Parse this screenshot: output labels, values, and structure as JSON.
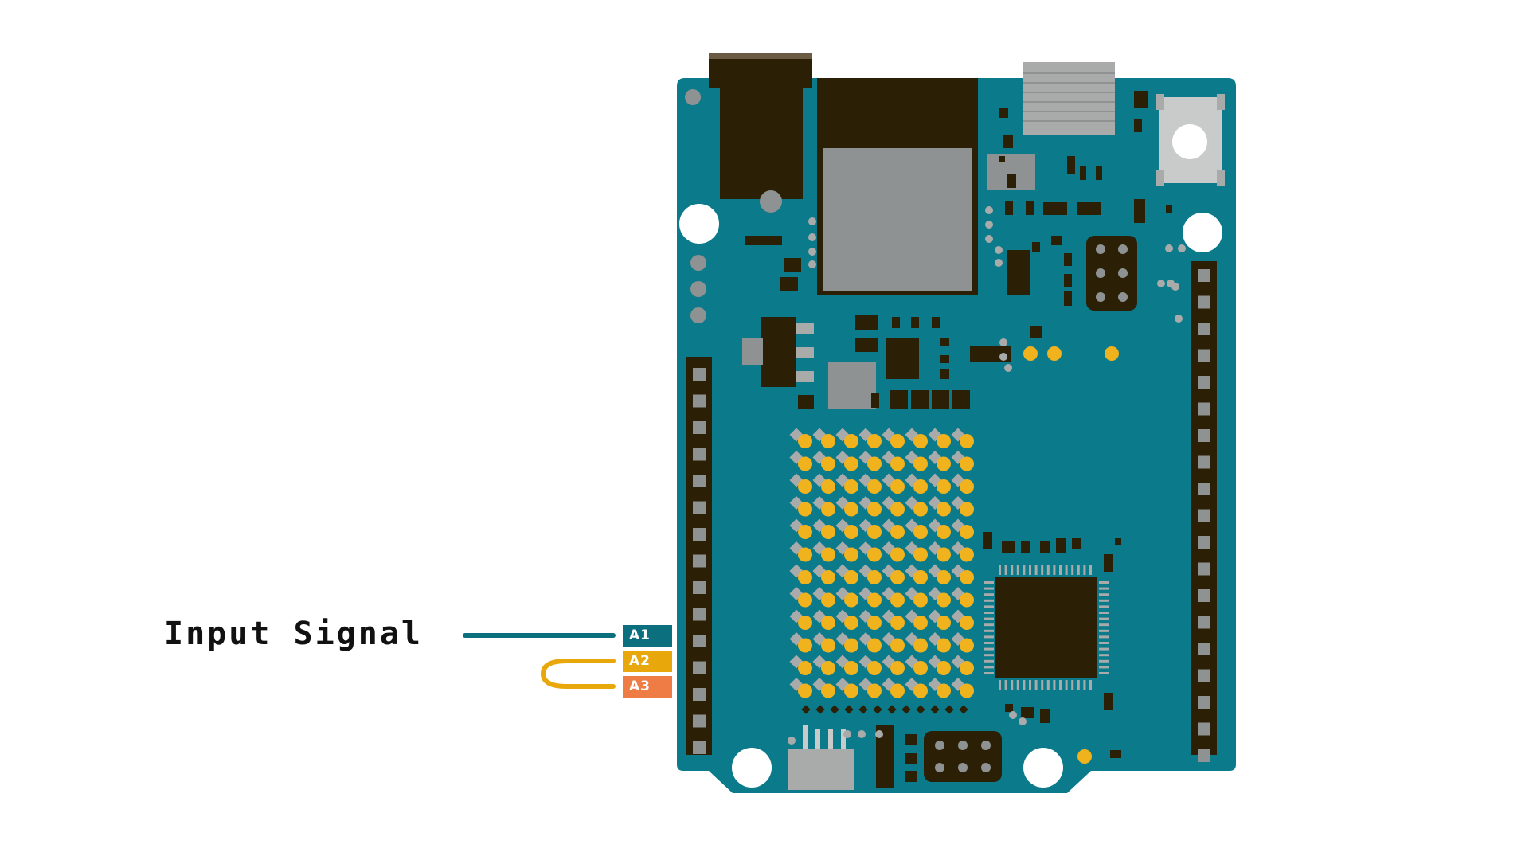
{
  "signal_label": "Input Signal",
  "pins": [
    {
      "label": "A1",
      "color": "#0b6f7d"
    },
    {
      "label": "A2",
      "color": "#e8a80c"
    },
    {
      "label": "A3",
      "color": "#ef7b45"
    }
  ],
  "colors": {
    "board": "#0b7a8a",
    "board_outline": "#0a6a78",
    "dark": "#2b2005",
    "grey": "#8e9292",
    "silver": "#a9abab",
    "led": "#f0b31e",
    "wire_signal": "#0b6f7d",
    "wire_jumper": "#e8a80c",
    "label_text": "#111111"
  },
  "led_matrix": {
    "rows": 12,
    "cols": 8
  }
}
